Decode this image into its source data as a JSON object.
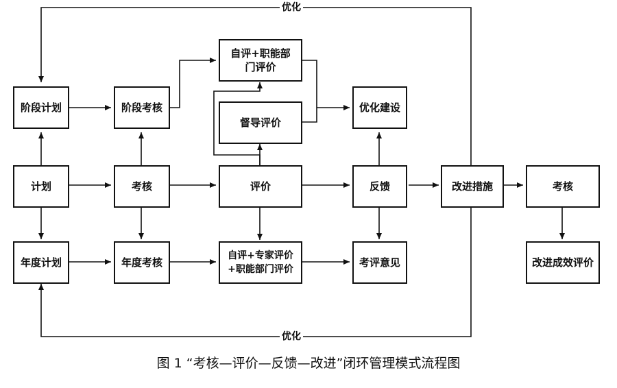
{
  "nodes": {
    "stage_plan": "阶段计划",
    "plan": "计划",
    "annual_plan": "年度计划",
    "stage_assess": "阶段考核",
    "assess": "考核",
    "annual_assess": "年度考核",
    "self_dept_eval": "自评+职能部\n门评价",
    "supervise_eval": "督导评价",
    "evaluate": "评价",
    "self_expert_eval": "自评+专家评价\n+职能部门评价",
    "optimize_build": "优化建设",
    "feedback": "反馈",
    "review_opinion": "考评意见",
    "improve_measures": "改进措施",
    "assess2": "考核",
    "improve_effect_eval": "改进成效评价"
  },
  "loop_labels": {
    "top": "优化",
    "bottom": "优化"
  },
  "caption": "图 1  “考核—评价—反馈—改进”闭环管理模式流程图"
}
